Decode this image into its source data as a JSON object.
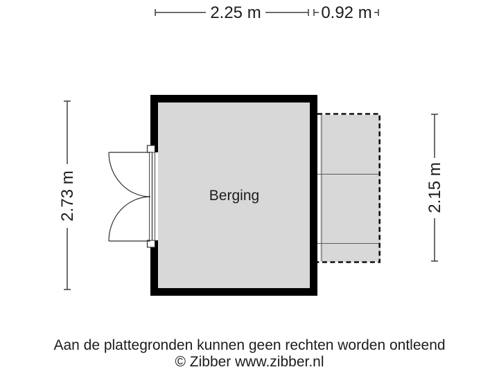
{
  "colors": {
    "background": "#ffffff",
    "wall": "#000000",
    "room_fill": "#d8d8d8",
    "canopy_fill": "#d8d8d8",
    "dimension_line": "#3d3d3d",
    "text": "#1c1c1c"
  },
  "dimensions": {
    "room_width": "2.25 m",
    "canopy_width": "0.92 m",
    "room_height": "2.73 m",
    "canopy_height": "2.15 m"
  },
  "room": {
    "label": "Berging"
  },
  "footer": {
    "disclaimer": "Aan de plattegronden kunnen geen rechten worden ontleend",
    "copyright": "© Zibber www.zibber.nl"
  }
}
